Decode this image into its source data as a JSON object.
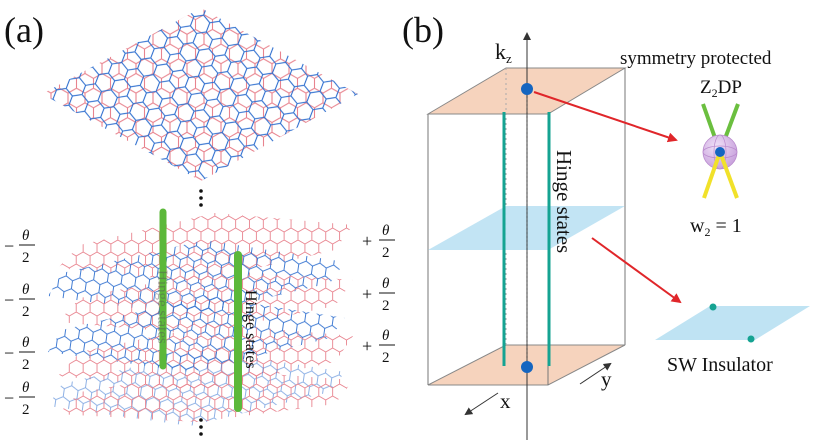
{
  "panel_a": {
    "label": "(a)",
    "angles_left": {
      "minus": "−",
      "numer": "θ",
      "denom": "2"
    },
    "angles_right": {
      "plus": "+",
      "numer": "θ",
      "denom": "2"
    },
    "hinge_label": "Hinge states",
    "colors": {
      "red_lattice": "#e8838e",
      "blue_lattice": "#2f6fcf",
      "hinge": "#5cb83a"
    }
  },
  "panel_b": {
    "label": "(b)",
    "kz_label": {
      "main": "k",
      "sub": "z"
    },
    "x_label": "x",
    "y_label": "y",
    "hinge_label": "Hinge states",
    "z2dp_caption": "symmetry protected",
    "z2dp_label": {
      "pre": "Z",
      "sub": "2",
      "post": "DP"
    },
    "w2_label": {
      "main": "w",
      "sub": "2",
      "post": " = 1"
    },
    "sw_label": "SW Insulator",
    "colors": {
      "face_salmon": "#f6d3bd",
      "plane_blue": "#bfe3f3",
      "teal": "#15a392",
      "dot_blue": "#1565c0",
      "arrow_red": "#e0262a",
      "sphere": "#d8b8e8",
      "green_line": "#6bbf3f",
      "yellow_line": "#f1e12a"
    }
  }
}
